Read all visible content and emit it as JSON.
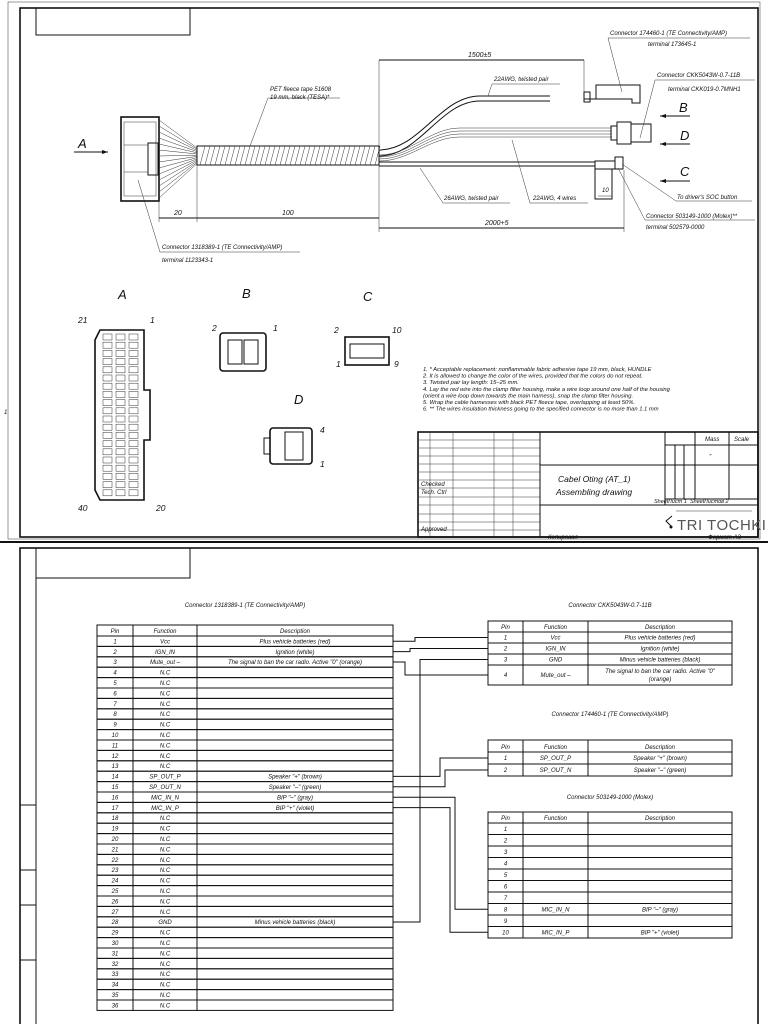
{
  "sheet1": {
    "margin_number": "1",
    "labels": {
      "view_a_arrow": "A",
      "view_b_arrow": "B",
      "view_d_arrow": "D",
      "view_c_arrow": "C",
      "tape_line1": "PET fleece tape 51608",
      "tape_line2": "19 mm, black (TESA)*",
      "pair22": "22AWG, twisted pair",
      "pair26": "26AWG, twisted pair",
      "wires22": "22AWG, 4 wires",
      "conn_amp_line1": "Connector 174460-1 (TE Connectivity/AMP)",
      "conn_amp_line2": "terminal 173645-1",
      "conn_ckk_line1": "Connector CKK5043W-0.7-11B",
      "conn_ckk_line2": "terminal CKK019-0.7MNH1",
      "to_button": "To driver's SOC button",
      "conn_molex_line1": "Connector 503149-1000 (Molex)**",
      "conn_molex_line2": "terminal 502579-0000",
      "conn_main_line1": "Connector 1318389-1 (TE Connectivity/AMP)",
      "conn_main_line2": "terminal 1123343-1",
      "dim_1500": "1500±5",
      "dim_2000": "2000+5",
      "dim_20": "20",
      "dim_100": "100",
      "dim_10": "10"
    },
    "views": {
      "a": {
        "title": "A",
        "pin_tl": "21",
        "pin_tr": "1",
        "pin_bl": "40",
        "pin_br": "20"
      },
      "b": {
        "title": "B",
        "pin_l": "2",
        "pin_r": "1"
      },
      "c": {
        "title": "C",
        "pin_tl": "2",
        "pin_tr": "10",
        "pin_bl": "1",
        "pin_br": "9"
      },
      "d": {
        "title": "D",
        "pin_t": "4",
        "pin_b": "1"
      }
    },
    "notes": [
      "1. * Acceptable replacement: nonflammable fabric adhesive tape 19 mm, black, HUNDLE",
      "2. It is allowed to change the color of the wires, provided that the colors do not repeat.",
      "3. Twisted pair lay length: 15–25 mm.",
      "4. Lay the red wire into the clamp filter housing, make a wire loop around one half of the housing",
      "   (orient a wire loop down towards the main harness), snap the clamp filter housing.",
      "5. Wrap the cable harnesses with black PET fleece tape, overlapping at least 50%.",
      "6. ** The wires insulation thickness going to the specified connector is no more than 1.1 mm"
    ],
    "title_block": {
      "checked": "Checked",
      "tech_ctrl": "Tech. Ctrl",
      "approved": "Approved",
      "title_line1": "Cabel Oting (AT_1)",
      "title_line2": "Assembling drawing",
      "mass": "Mass",
      "scale": "Scale",
      "mass_value": "-",
      "sheet": "Sheet",
      "sheet_no": "Лист 1",
      "sheets": "Sheet",
      "sheets_no": "Листов 2",
      "logo": "TRI TOCHKI",
      "copied": "Копировал",
      "format": "Формат A3"
    }
  },
  "sheet2": {
    "tables": [
      {
        "title": "Connector 1318389-1 (TE Connectivity/AMP)",
        "headers": [
          "Pin",
          "Function",
          "Description"
        ],
        "rows": [
          [
            "1",
            "Vcc",
            "Plus vehicle batteries (red)"
          ],
          [
            "2",
            "IGN_IN",
            "Ignition (white)"
          ],
          [
            "3",
            "Mute_out –",
            "The signal to ban the car radio. Active \"0\" (orange)"
          ],
          [
            "4",
            "N.C",
            ""
          ],
          [
            "5",
            "N.C",
            ""
          ],
          [
            "6",
            "N.C",
            ""
          ],
          [
            "7",
            "N.C",
            ""
          ],
          [
            "8",
            "N.C",
            ""
          ],
          [
            "9",
            "N.C",
            ""
          ],
          [
            "10",
            "N.C",
            ""
          ],
          [
            "11",
            "N.C",
            ""
          ],
          [
            "12",
            "N.C",
            ""
          ],
          [
            "13",
            "N.C",
            ""
          ],
          [
            "14",
            "SP_OUT_P",
            "Speaker \"+\" (brown)"
          ],
          [
            "15",
            "SP_OUT_N",
            "Speaker \"–\" (green)"
          ],
          [
            "16",
            "MIC_IN_N",
            "BIP \"–\" (gray)"
          ],
          [
            "17",
            "MIC_IN_P",
            "BIP \"+\" (violet)"
          ],
          [
            "18",
            "N.C",
            ""
          ],
          [
            "19",
            "N.C",
            ""
          ],
          [
            "20",
            "N.C",
            ""
          ],
          [
            "21",
            "N.C",
            ""
          ],
          [
            "22",
            "N.C",
            ""
          ],
          [
            "23",
            "N.C",
            ""
          ],
          [
            "24",
            "N.C",
            ""
          ],
          [
            "25",
            "N.C",
            ""
          ],
          [
            "26",
            "N.C",
            ""
          ],
          [
            "27",
            "N.C",
            ""
          ],
          [
            "28",
            "GND",
            "Minus vehicle batteries (black)"
          ],
          [
            "29",
            "N.C",
            ""
          ],
          [
            "30",
            "N.C",
            ""
          ],
          [
            "31",
            "N.C",
            ""
          ],
          [
            "32",
            "N.C",
            ""
          ],
          [
            "33",
            "N.C",
            ""
          ],
          [
            "34",
            "N.C",
            ""
          ],
          [
            "35",
            "N.C",
            ""
          ],
          [
            "36",
            "N.C",
            ""
          ]
        ]
      },
      {
        "title": "Connector CKK5043W-0.7-11B",
        "headers": [
          "Pin",
          "Function",
          "Description"
        ],
        "rows": [
          [
            "1",
            "Vcc",
            "Plus vehicle batteries (red)"
          ],
          [
            "2",
            "IGN_IN",
            "Ignition (white)"
          ],
          [
            "3",
            "GND",
            "Minus vehicle batteries (black)"
          ],
          [
            "4",
            "Mute_out –",
            "The signal to ban the car radio. Active \"0\" (orange)"
          ]
        ]
      },
      {
        "title": "Connector 174460-1 (TE Connectivity/AMP)",
        "headers": [
          "Pin",
          "Function",
          "Description"
        ],
        "rows": [
          [
            "1",
            "SP_OUT_P",
            "Speaker \"+\" (brown)"
          ],
          [
            "2",
            "SP_OUT_N",
            "Speaker \"–\" (green)"
          ]
        ]
      },
      {
        "title": "Connector 503149-1000 (Molex)",
        "headers": [
          "Pin",
          "Function",
          "Description"
        ],
        "rows": [
          [
            "1",
            "",
            ""
          ],
          [
            "2",
            "",
            ""
          ],
          [
            "3",
            "",
            ""
          ],
          [
            "4",
            "",
            ""
          ],
          [
            "5",
            "",
            ""
          ],
          [
            "6",
            "",
            ""
          ],
          [
            "7",
            "",
            ""
          ],
          [
            "8",
            "MIC_IN_N",
            "BIP \"–\" (gray)"
          ],
          [
            "9",
            "",
            ""
          ],
          [
            "10",
            "MIC_IN_P",
            "BIP \"+\" (violet)"
          ]
        ]
      }
    ]
  }
}
